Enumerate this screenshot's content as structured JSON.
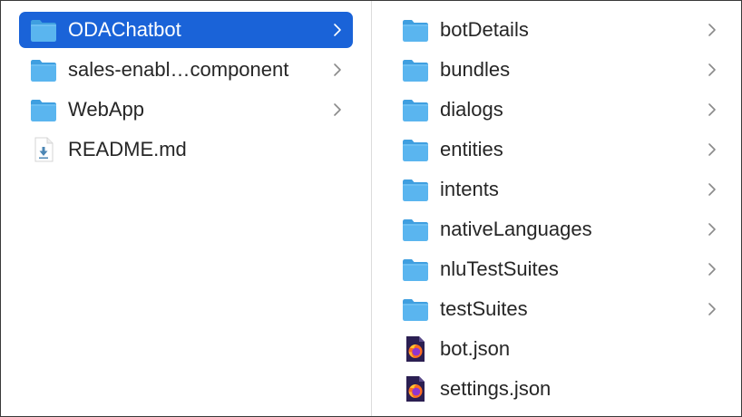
{
  "columns": [
    {
      "items": [
        {
          "label": "ODAChatbot",
          "icon": "folder-icon",
          "chevron": true,
          "selected": true
        },
        {
          "label": "sales-enabl…component",
          "icon": "folder-icon",
          "chevron": true,
          "selected": false
        },
        {
          "label": "WebApp",
          "icon": "folder-icon",
          "chevron": true,
          "selected": false
        },
        {
          "label": "README.md",
          "icon": "markdown-file-icon",
          "chevron": false,
          "selected": false
        }
      ]
    },
    {
      "items": [
        {
          "label": "botDetails",
          "icon": "folder-icon",
          "chevron": true
        },
        {
          "label": "bundles",
          "icon": "folder-icon",
          "chevron": true
        },
        {
          "label": "dialogs",
          "icon": "folder-icon",
          "chevron": true
        },
        {
          "label": "entities",
          "icon": "folder-icon",
          "chevron": true
        },
        {
          "label": "intents",
          "icon": "folder-icon",
          "chevron": true
        },
        {
          "label": "nativeLanguages",
          "icon": "folder-icon",
          "chevron": true
        },
        {
          "label": "nluTestSuites",
          "icon": "folder-icon",
          "chevron": true
        },
        {
          "label": "testSuites",
          "icon": "folder-icon",
          "chevron": true
        },
        {
          "label": "bot.json",
          "icon": "json-file-icon",
          "chevron": false
        },
        {
          "label": "settings.json",
          "icon": "json-file-icon",
          "chevron": false
        }
      ]
    }
  ],
  "colors": {
    "selection": "#1a63d8",
    "folder_body": "#5ab5ef",
    "folder_tab": "#3f9fe0",
    "text": "#262626",
    "chevron": "#8a8a8a"
  }
}
